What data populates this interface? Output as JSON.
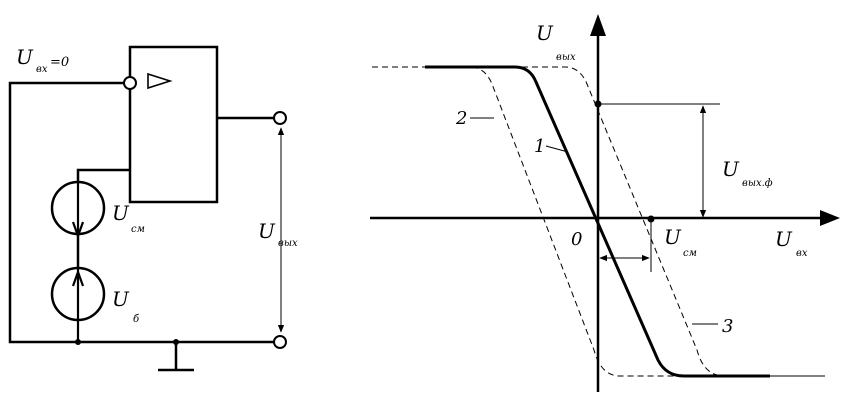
{
  "circuit": {
    "input_label": "U",
    "input_sub": "вх",
    "input_value": "=0",
    "source_cm_label": "U",
    "source_cm_sub": "см",
    "source_b_label": "U",
    "source_b_sub": "б",
    "output_label": "U",
    "output_sub": "вых"
  },
  "graph": {
    "y_axis_label": "U",
    "y_axis_sub": "вых",
    "x_axis_label": "U",
    "x_axis_sub": "вх",
    "origin_label": "0",
    "offset_label": "U",
    "offset_sub": "см",
    "vout_offset_label": "U",
    "vout_offset_sub": "вых.ф",
    "curve_labels": [
      "1",
      "2",
      "3"
    ]
  },
  "colors": {
    "line": "#000000",
    "background": "#ffffff"
  }
}
